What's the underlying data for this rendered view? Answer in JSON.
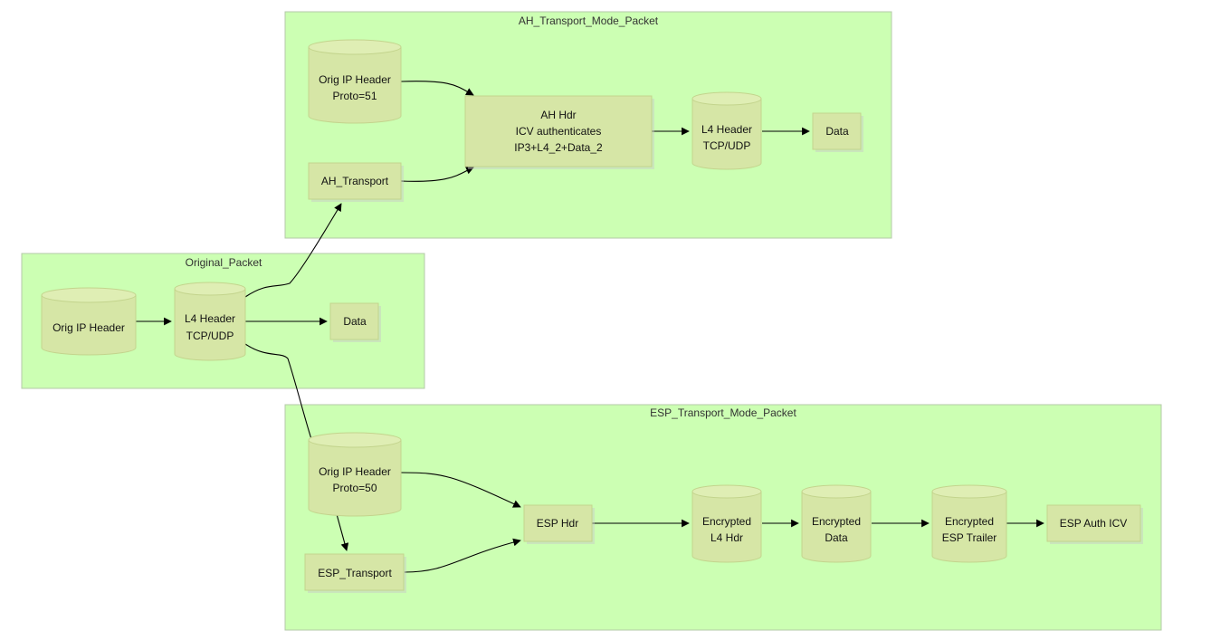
{
  "clusters": {
    "ah": {
      "label": "AH_Transport_Mode_Packet"
    },
    "orig": {
      "label": "Original_Packet"
    },
    "esp": {
      "label": "ESP_Transport_Mode_Packet"
    }
  },
  "nodes": {
    "ah_ip": {
      "line1": "Orig IP Header",
      "line2": "Proto=51"
    },
    "ah_transport": {
      "line1": "AH_Transport"
    },
    "ah_hdr": {
      "line1": "AH Hdr",
      "line2": "ICV authenticates",
      "line3": "IP3+L4_2+Data_2"
    },
    "ah_l4": {
      "line1": "L4 Header",
      "line2": "TCP/UDP"
    },
    "ah_data": {
      "line1": "Data"
    },
    "orig_ip": {
      "line1": "Orig IP Header"
    },
    "orig_l4": {
      "line1": "L4 Header",
      "line2": "TCP/UDP"
    },
    "orig_data": {
      "line1": "Data"
    },
    "esp_ip": {
      "line1": "Orig IP Header",
      "line2": "Proto=50"
    },
    "esp_transport": {
      "line1": "ESP_Transport"
    },
    "esp_hdr": {
      "line1": "ESP Hdr"
    },
    "enc_l4": {
      "line1": "Encrypted",
      "line2": "L4 Hdr"
    },
    "enc_data": {
      "line1": "Encrypted",
      "line2": "Data"
    },
    "enc_trailer": {
      "line1": "Encrypted",
      "line2": "ESP Trailer"
    },
    "esp_icv": {
      "line1": "ESP Auth ICV"
    }
  }
}
